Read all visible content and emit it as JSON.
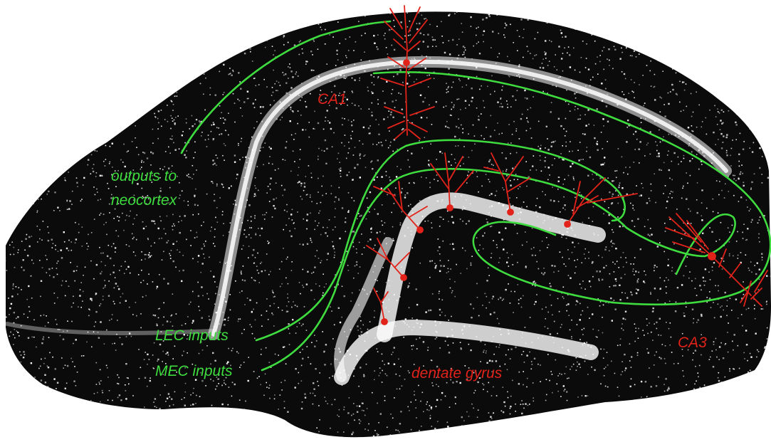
{
  "labels": {
    "ca1": "CA1",
    "ca3": "CA3",
    "dentate_gyrus": "dentate gyrus",
    "outputs_line1": "outputs to",
    "outputs_line2": "neocortex",
    "lec_inputs": "LEC inputs",
    "mec_inputs": "MEC inputs"
  },
  "colors": {
    "tissue": "#0b0b0b",
    "cells": "#ffffff",
    "pathway": "#3fdc3f",
    "neuron": "#e2231a",
    "background": "#ffffff"
  }
}
